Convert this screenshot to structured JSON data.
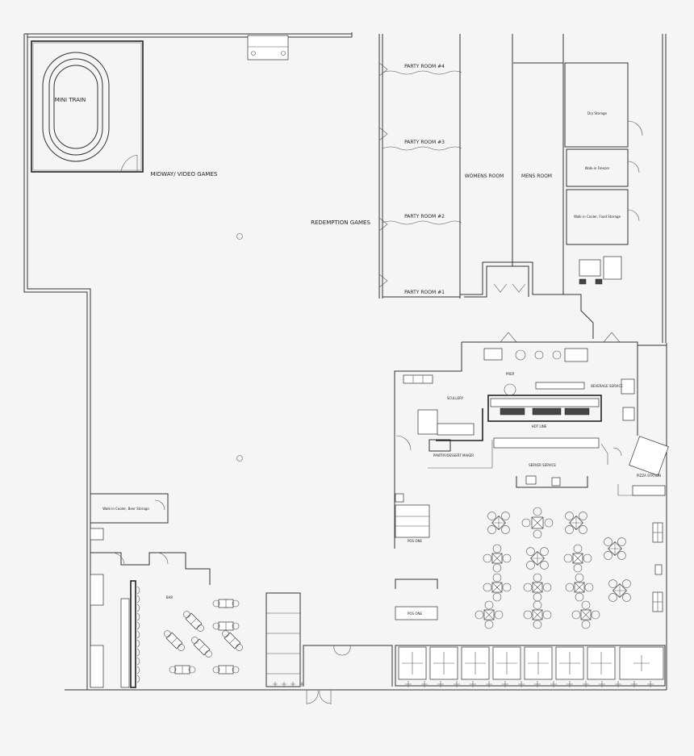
{
  "plan": {
    "rooms": {
      "mini_train": "MINI TRAIN",
      "midway": "MIDWAY/ VIDEO GAMES",
      "redemption": "REDEMPTION GAMES",
      "party_room_4": "PARTY ROOM #4",
      "party_room_3": "PARTY ROOM #3",
      "party_room_2": "PARTY ROOM #2",
      "party_room_1": "PARTY ROOM #1",
      "womens_room": "WOMENS ROOM",
      "mens_room": "MENS ROOM",
      "dry_storage": "Dry Storage",
      "walk_in_freezer": "Walk-in Freezer",
      "walk_in_cooler_food": "Walk-in Cooler, Food Storage",
      "walk_in_cooler_beer": "Walk-in Cooler, Beer Storage",
      "prep": "PREP",
      "scullery": "SCULLERY",
      "beverage_service": "BEVERAGE SERVICE",
      "hot_line": "HOT LINE",
      "pantry_dessert": "PANTRY/DESSERT MAKER",
      "server_service": "SERVER SERVICE",
      "pizza_station": "PIZZA STATION",
      "bar": "BAR",
      "pos_one_a": "POS ONE",
      "pos_one_b": "POS ONE"
    },
    "colors": {
      "background": "#f5f5f5",
      "wall": "#333333",
      "fixture": "#ffffff"
    }
  }
}
